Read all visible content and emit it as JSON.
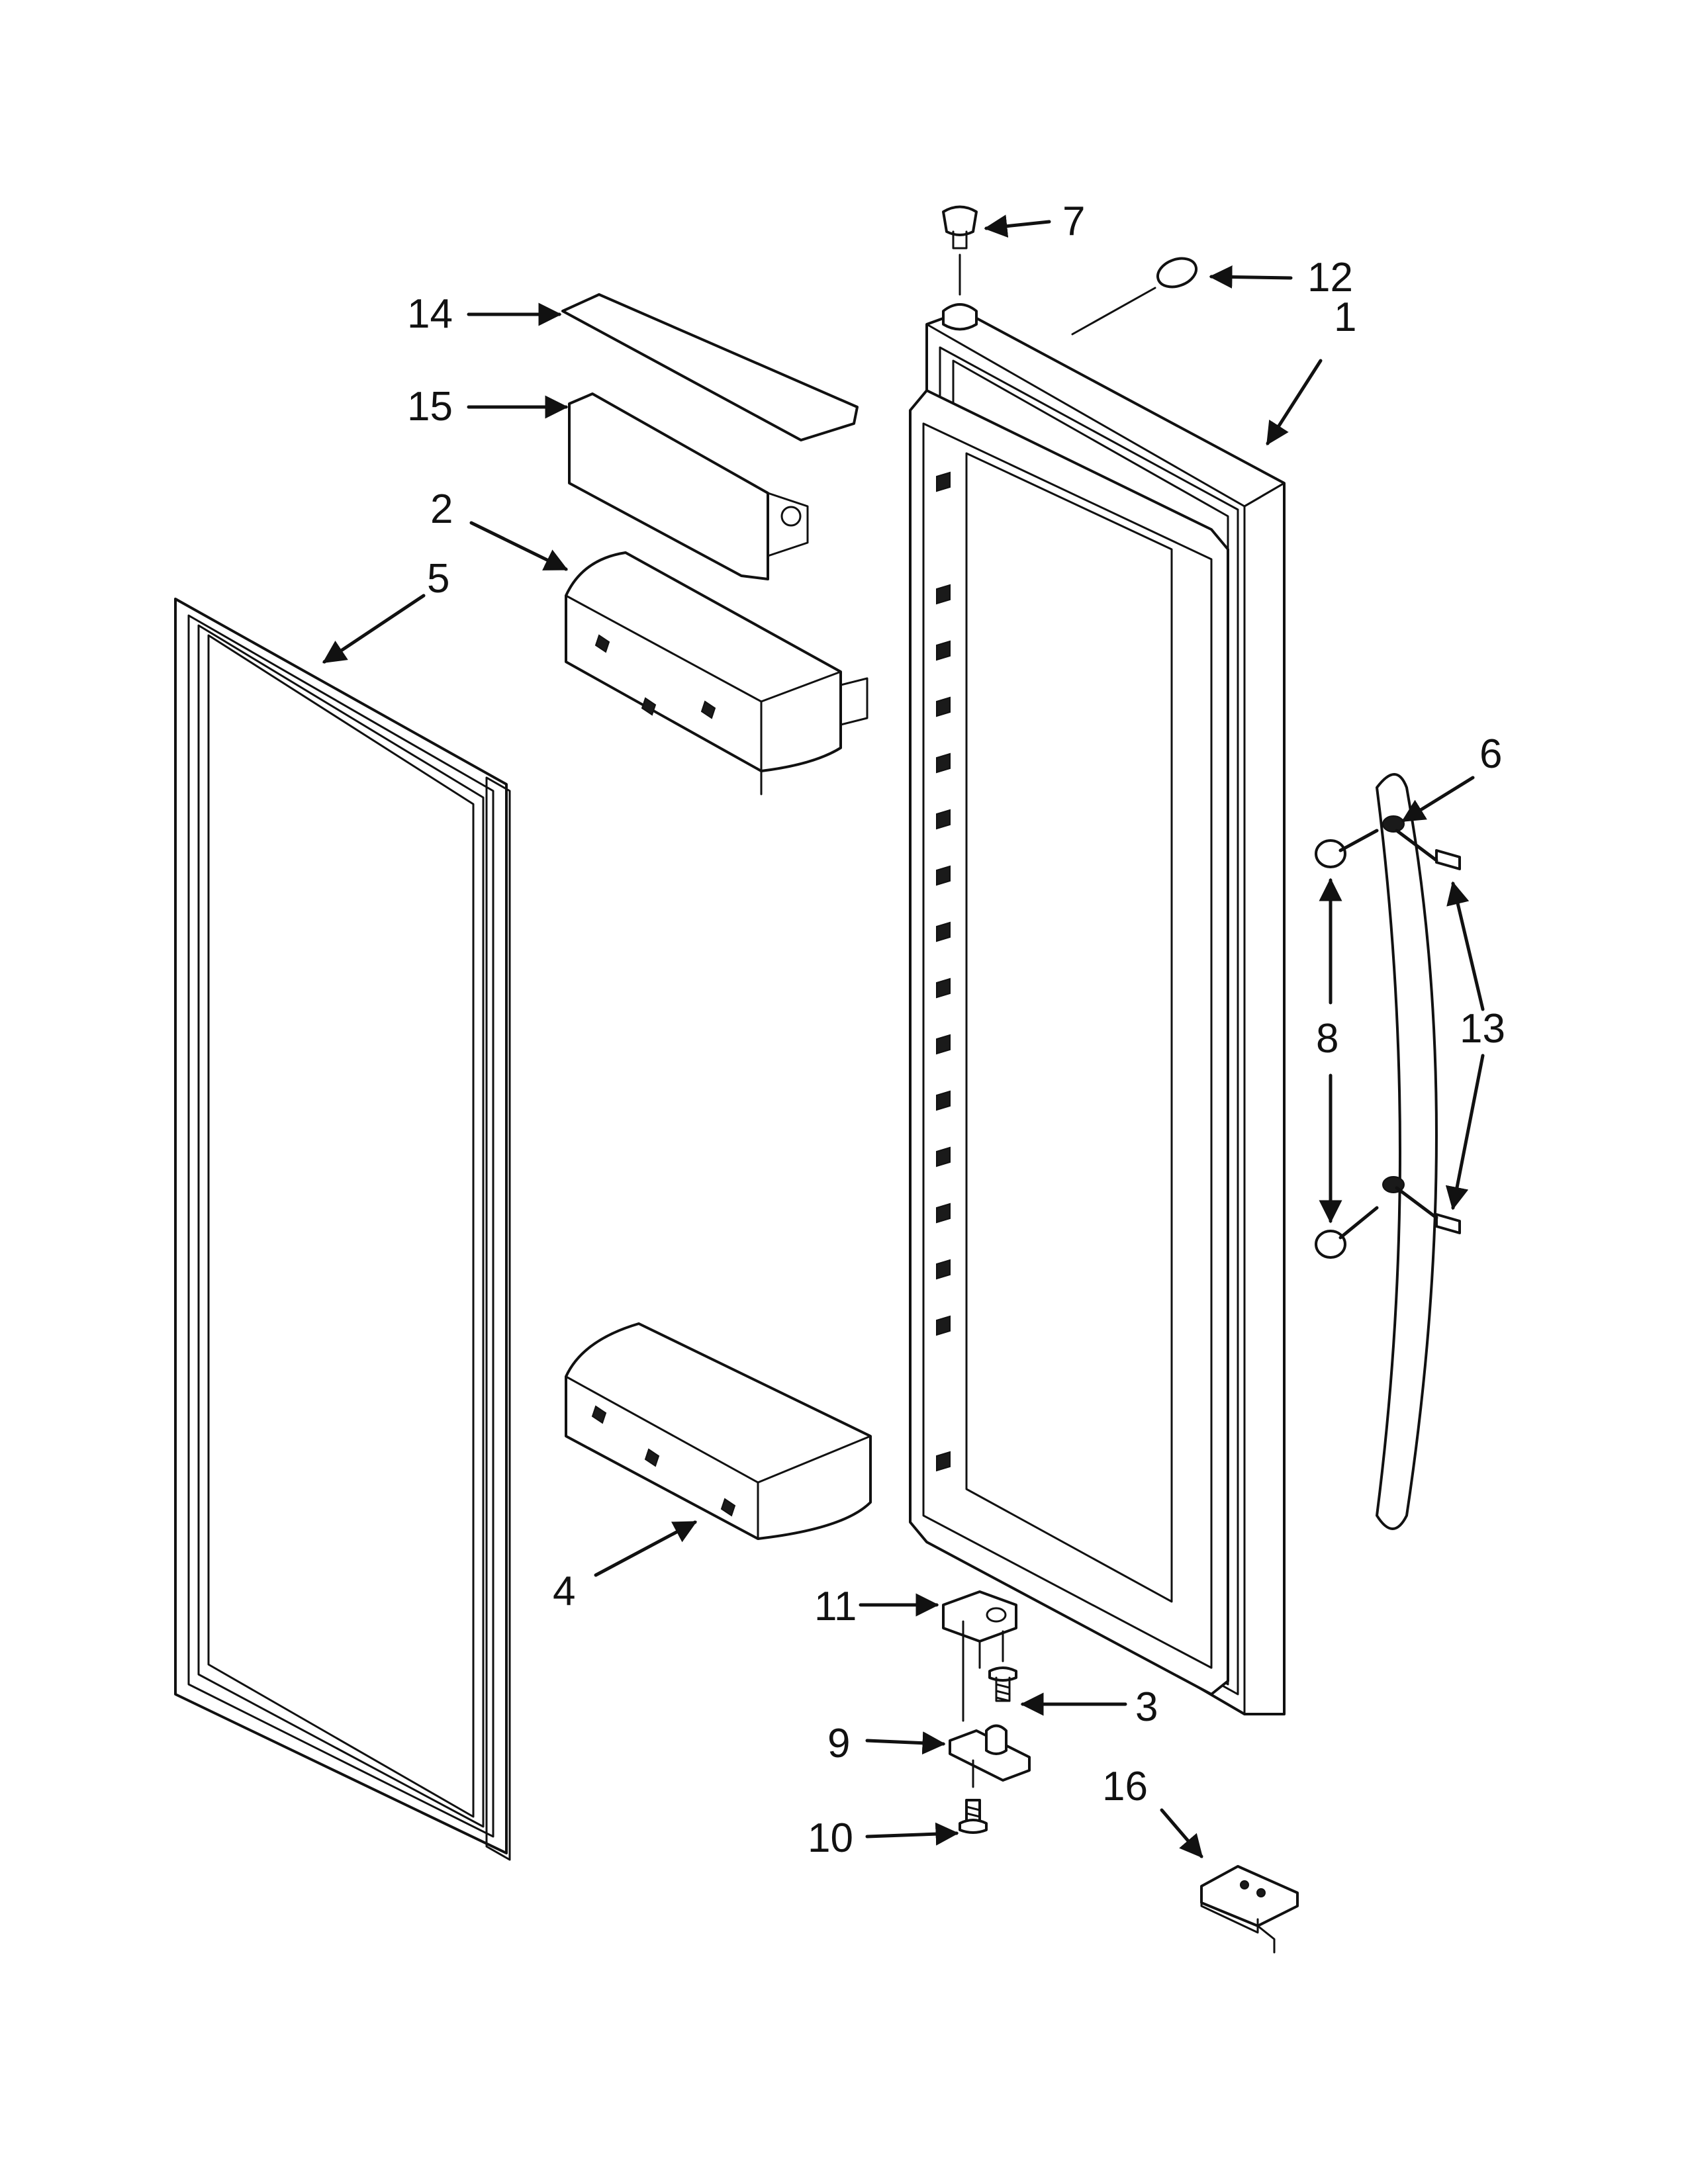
{
  "callouts": [
    {
      "id": "1",
      "label": "1"
    },
    {
      "id": "2",
      "label": "2"
    },
    {
      "id": "3",
      "label": "3"
    },
    {
      "id": "4",
      "label": "4"
    },
    {
      "id": "5",
      "label": "5"
    },
    {
      "id": "6",
      "label": "6"
    },
    {
      "id": "7",
      "label": "7"
    },
    {
      "id": "8",
      "label": "8"
    },
    {
      "id": "9",
      "label": "9"
    },
    {
      "id": "10",
      "label": "10"
    },
    {
      "id": "11",
      "label": "11"
    },
    {
      "id": "12",
      "label": "12"
    },
    {
      "id": "13",
      "label": "13"
    },
    {
      "id": "14",
      "label": "14"
    },
    {
      "id": "15",
      "label": "15"
    },
    {
      "id": "16",
      "label": "16"
    }
  ],
  "colors": {
    "line": "#111111",
    "background": "#ffffff"
  }
}
